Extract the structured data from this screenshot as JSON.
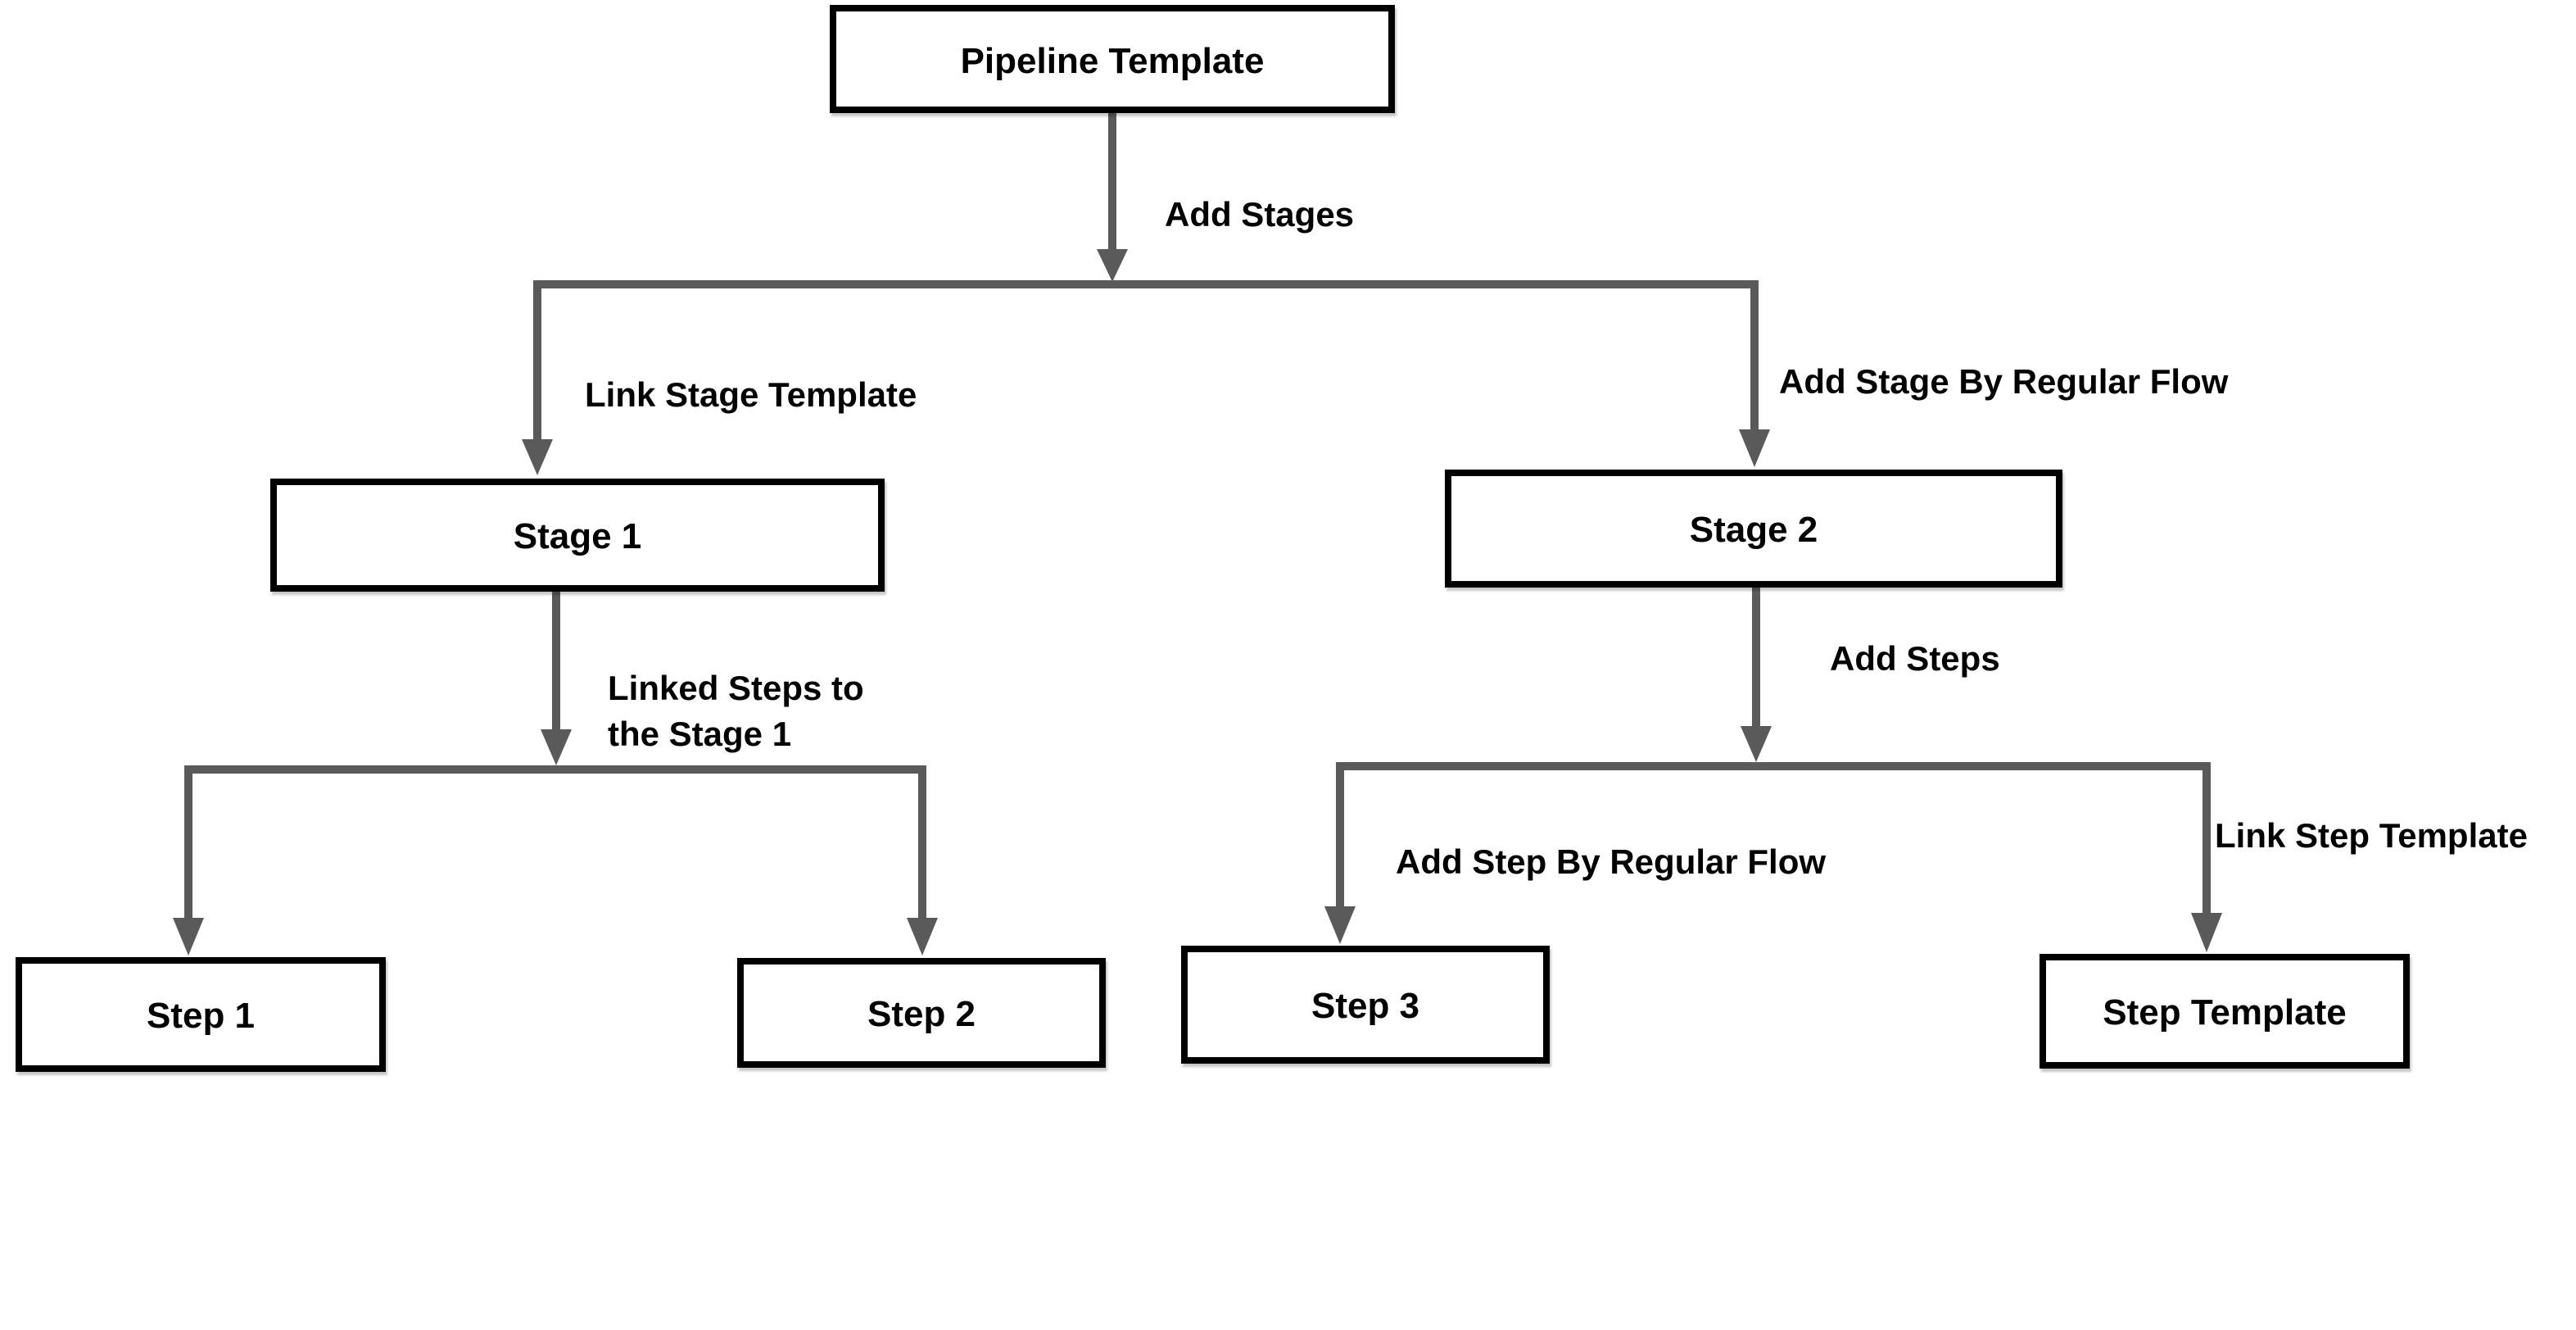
{
  "diagram": {
    "type": "flowchart",
    "background_color": "#ffffff",
    "colors": {
      "connector": "#5a5a5a",
      "node_border": "#000000",
      "node_fill": "#ffffff",
      "label_text": "#000000"
    },
    "nodes": {
      "pipeline_template": {
        "label": "Pipeline Template"
      },
      "stage_1": {
        "label": "Stage 1"
      },
      "stage_2": {
        "label": "Stage 2"
      },
      "step_1": {
        "label": "Step 1"
      },
      "step_2": {
        "label": "Step 2"
      },
      "step_3": {
        "label": "Step 3"
      },
      "step_template": {
        "label": "Step Template"
      }
    },
    "edges": {
      "add_stages": {
        "label": "Add Stages",
        "from": "Pipeline Template",
        "to": "Stage 1 / Stage 2 split"
      },
      "link_stage_template": {
        "label": "Link Stage Template",
        "from": "split",
        "to": "Stage 1"
      },
      "add_stage_by_regular_flow": {
        "label": "Add Stage By Regular Flow",
        "from": "split",
        "to": "Stage 2"
      },
      "linked_steps_to_stage_1": {
        "label_line1": "Linked Steps to",
        "label_line2": "the Stage 1",
        "from": "Stage 1",
        "to": "Step 1 / Step 2 split"
      },
      "to_step_1": {
        "label": "",
        "from": "split",
        "to": "Step 1"
      },
      "to_step_2": {
        "label": "",
        "from": "split",
        "to": "Step 2"
      },
      "add_steps": {
        "label": "Add Steps",
        "from": "Stage 2",
        "to": "Step 3 / Step Template split"
      },
      "add_step_by_regular_flow": {
        "label": "Add Step By Regular Flow",
        "from": "split",
        "to": "Step 3"
      },
      "link_step_template": {
        "label": "Link Step Template",
        "from": "split",
        "to": "Step Template"
      }
    }
  }
}
